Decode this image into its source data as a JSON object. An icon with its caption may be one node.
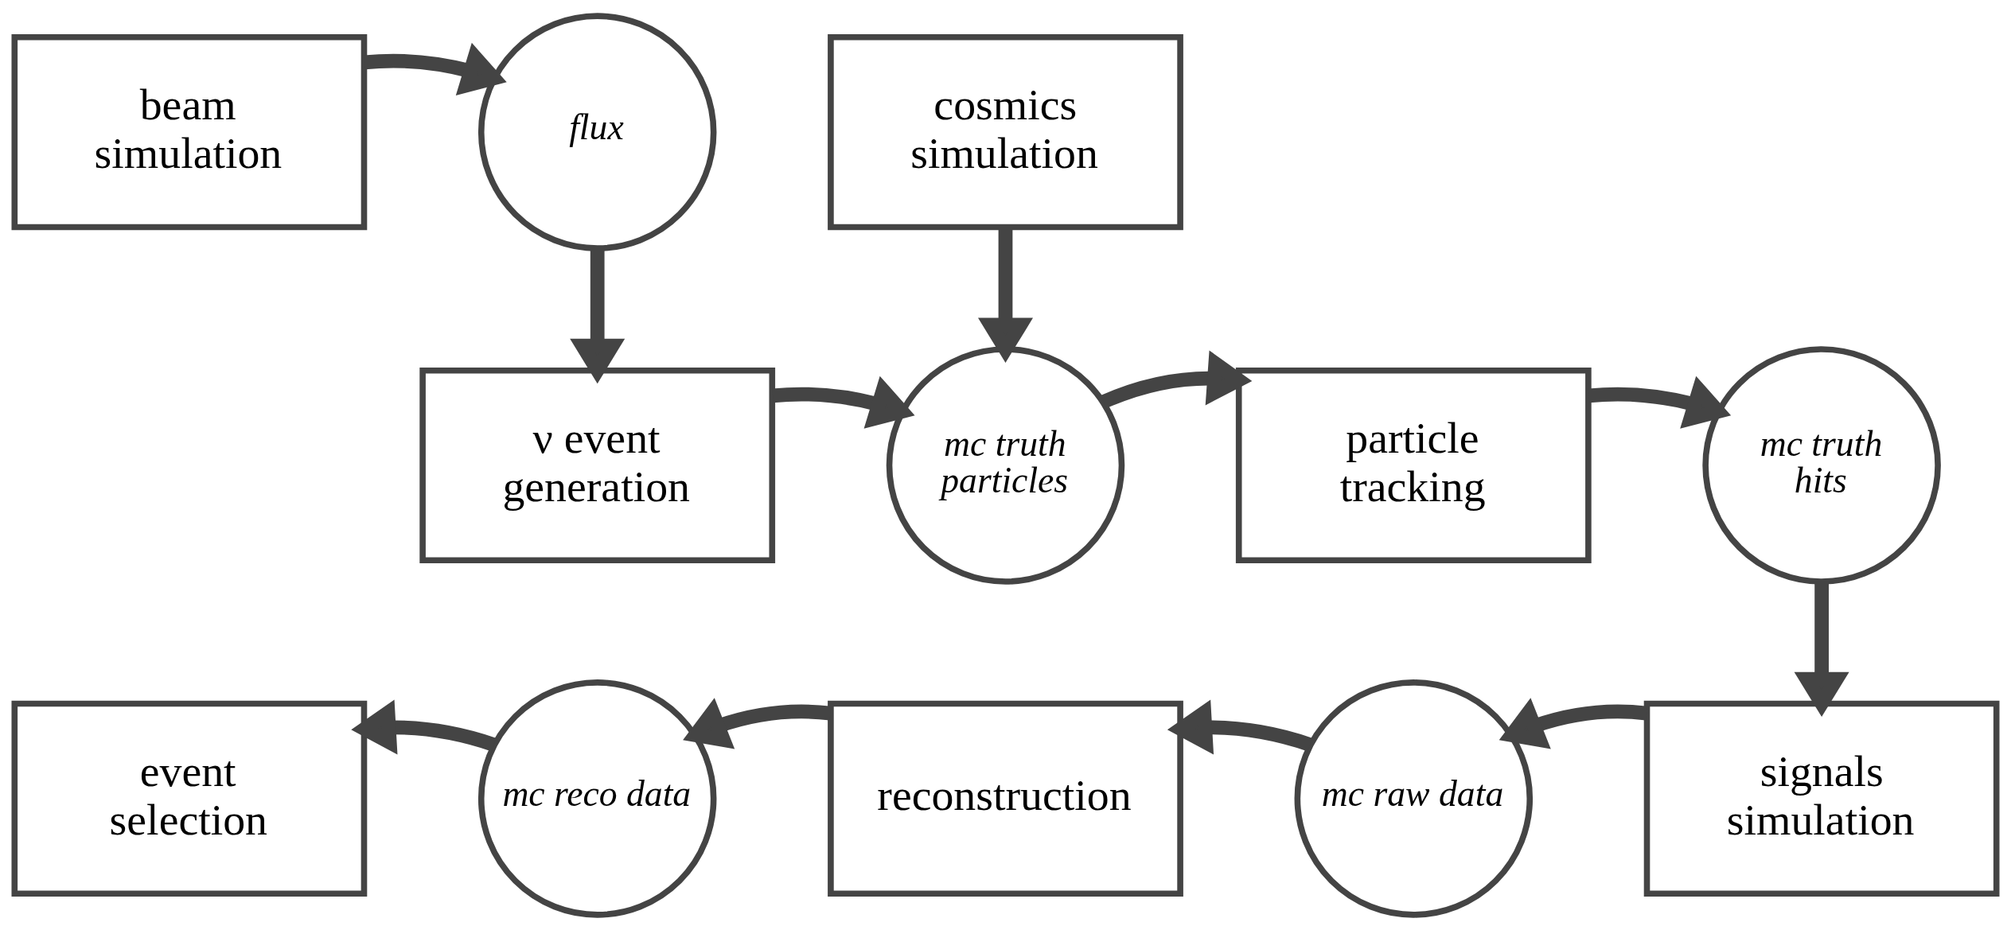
{
  "diagram": {
    "nodes": [
      {
        "text": [
          "beam simulation"
        ]
      },
      {
        "text": [
          "flux"
        ]
      },
      {
        "text": [
          "cosmics simulation"
        ]
      },
      {
        "text": [
          "ν event generation"
        ]
      },
      {
        "text": [
          "mc truth particles"
        ]
      },
      {
        "text": [
          "particle tracking"
        ]
      },
      {
        "text": [
          "mc truth hits"
        ]
      },
      {
        "text": [
          "event selection"
        ]
      },
      {
        "text": [
          "mc reco data"
        ]
      },
      {
        "text": [
          "reconstruction"
        ]
      },
      {
        "text": [
          "mc raw data"
        ]
      },
      {
        "text": [
          "signals simulation"
        ]
      }
    ],
    "edges": [
      {
        "from": 0,
        "to": 1,
        "arrow": "to"
      },
      {
        "from": 1,
        "to": 3,
        "arrow": "to"
      },
      {
        "from": 2,
        "to": 4,
        "arrow": "to"
      },
      {
        "from": 3,
        "to": 4,
        "arrow": "to"
      },
      {
        "from": 4,
        "to": 5,
        "arrow": "to"
      },
      {
        "from": 5,
        "to": 6,
        "arrow": "to"
      },
      {
        "from": 6,
        "to": 11,
        "arrow": "to"
      },
      {
        "from": 11,
        "to": 10,
        "arrow": "to"
      },
      {
        "from": 10,
        "to": 9,
        "arrow": "to"
      },
      {
        "from": 9,
        "to": 8,
        "arrow": "to"
      },
      {
        "from": 8,
        "to": 7,
        "arrow": "to"
      }
    ]
  }
}
